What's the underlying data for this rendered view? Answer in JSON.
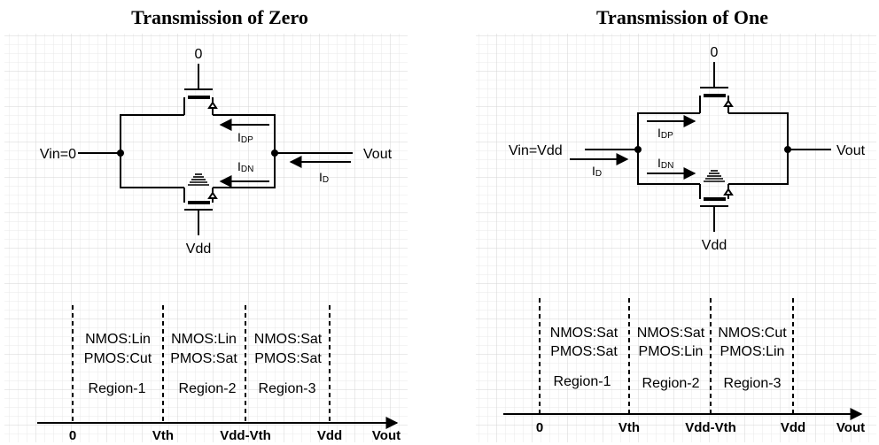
{
  "left": {
    "title": "Transmission of Zero",
    "gate_top": "0",
    "gate_bottom": "Vdd",
    "vin_label": "Vin=0",
    "vout_label": "Vout",
    "idp": {
      "main": "I",
      "sub": "DP"
    },
    "idn": {
      "main": "I",
      "sub": "DN"
    },
    "id": {
      "main": "I",
      "sub": "D"
    },
    "regions": [
      {
        "nmos": "NMOS:Lin",
        "pmos": "PMOS:Cut",
        "name": "Region-1"
      },
      {
        "nmos": "NMOS:Lin",
        "pmos": "PMOS:Sat",
        "name": "Region-2"
      },
      {
        "nmos": "NMOS:Sat",
        "pmos": "PMOS:Sat",
        "name": "Region-3"
      }
    ],
    "ticks": [
      "0",
      "Vth",
      "Vdd-Vth",
      "Vdd"
    ],
    "axis_label": "Vout"
  },
  "right": {
    "title": "Transmission of One",
    "gate_top": "0",
    "gate_bottom": "Vdd",
    "vin_label": "Vin=Vdd",
    "vout_label": "Vout",
    "idp": {
      "main": "I",
      "sub": "DP"
    },
    "idn": {
      "main": "I",
      "sub": "DN"
    },
    "id": {
      "main": "I",
      "sub": "D"
    },
    "regions": [
      {
        "nmos": "NMOS:Sat",
        "pmos": "PMOS:Sat",
        "name": "Region-1"
      },
      {
        "nmos": "NMOS:Sat",
        "pmos": "PMOS:Lin",
        "name": "Region-2"
      },
      {
        "nmos": "NMOS:Cut",
        "pmos": "PMOS:Lin",
        "name": "Region-3"
      }
    ],
    "ticks": [
      "0",
      "Vth",
      "Vdd-Vth",
      "Vdd"
    ],
    "axis_label": "Vout"
  }
}
